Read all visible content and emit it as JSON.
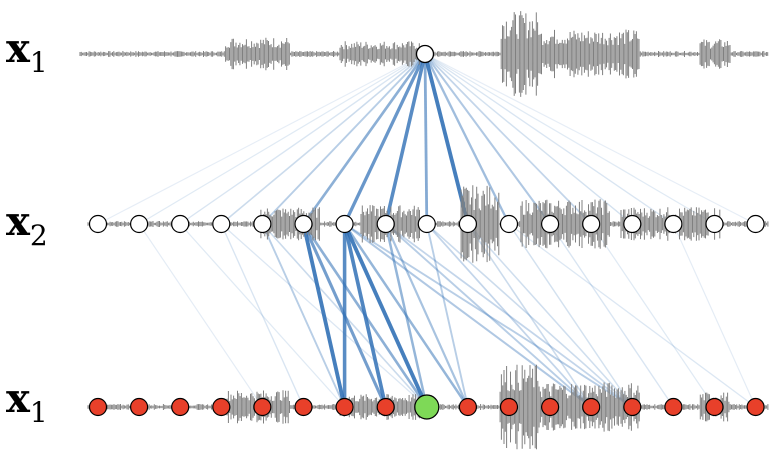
{
  "rows": [
    {
      "id": "top",
      "label": "x",
      "subscript": "1",
      "node_count": 1,
      "node_color": "#ffffff",
      "highlight_index": null
    },
    {
      "id": "middle",
      "label": "x",
      "subscript": "2",
      "node_count": 17,
      "node_color": "#ffffff",
      "highlight_index": null
    },
    {
      "id": "bottom",
      "label": "x",
      "subscript": "1",
      "node_count": 17,
      "node_color": "#e8402a",
      "highlight_index": 8,
      "highlight_color": "#7ed957"
    }
  ],
  "colors": {
    "waveform": "#808080",
    "edge": "#2f6fb5",
    "node_stroke": "#000000"
  },
  "edges_top_to_middle": [
    {
      "to": 0,
      "w": 0.05
    },
    {
      "to": 1,
      "w": 0.08
    },
    {
      "to": 2,
      "w": 0.12
    },
    {
      "to": 3,
      "w": 0.2
    },
    {
      "to": 4,
      "w": 0.3
    },
    {
      "to": 5,
      "w": 0.55
    },
    {
      "to": 6,
      "w": 0.75
    },
    {
      "to": 7,
      "w": 0.85
    },
    {
      "to": 8,
      "w": 0.6
    },
    {
      "to": 9,
      "w": 0.95
    },
    {
      "to": 10,
      "w": 0.45
    },
    {
      "to": 11,
      "w": 0.35
    },
    {
      "to": 12,
      "w": 0.25
    },
    {
      "to": 13,
      "w": 0.15
    },
    {
      "to": 14,
      "w": 0.12
    },
    {
      "to": 15,
      "w": 0.08
    },
    {
      "to": 16,
      "w": 0.05
    }
  ],
  "edges_middle_to_bottom": [
    {
      "from": 5,
      "to": 6,
      "w": 0.95
    },
    {
      "from": 5,
      "to": 7,
      "w": 0.7
    },
    {
      "from": 5,
      "to": 8,
      "w": 0.55
    },
    {
      "from": 6,
      "to": 6,
      "w": 0.85
    },
    {
      "from": 6,
      "to": 7,
      "w": 0.9
    },
    {
      "from": 6,
      "to": 8,
      "w": 0.95
    },
    {
      "from": 6,
      "to": 9,
      "w": 0.5
    },
    {
      "from": 6,
      "to": 12,
      "w": 0.35
    },
    {
      "from": 6,
      "to": 13,
      "w": 0.3
    },
    {
      "from": 7,
      "to": 8,
      "w": 0.5
    },
    {
      "from": 7,
      "to": 9,
      "w": 0.4
    },
    {
      "from": 7,
      "to": 12,
      "w": 0.3
    },
    {
      "from": 7,
      "to": 13,
      "w": 0.25
    },
    {
      "from": 8,
      "to": 9,
      "w": 0.3
    },
    {
      "from": 8,
      "to": 12,
      "w": 0.25
    },
    {
      "from": 8,
      "to": 13,
      "w": 0.2
    },
    {
      "from": 9,
      "to": 12,
      "w": 0.2
    },
    {
      "from": 9,
      "to": 13,
      "w": 0.18
    },
    {
      "from": 10,
      "to": 13,
      "w": 0.15
    },
    {
      "from": 11,
      "to": 14,
      "w": 0.12
    },
    {
      "from": 4,
      "to": 6,
      "w": 0.3
    },
    {
      "from": 4,
      "to": 8,
      "w": 0.2
    },
    {
      "from": 3,
      "to": 5,
      "w": 0.12
    },
    {
      "from": 3,
      "to": 8,
      "w": 0.1
    },
    {
      "from": 2,
      "to": 6,
      "w": 0.08
    },
    {
      "from": 1,
      "to": 4,
      "w": 0.06
    },
    {
      "from": 10,
      "to": 16,
      "w": 0.1
    },
    {
      "from": 12,
      "to": 15,
      "w": 0.08
    },
    {
      "from": 14,
      "to": 16,
      "w": 0.06
    }
  ]
}
